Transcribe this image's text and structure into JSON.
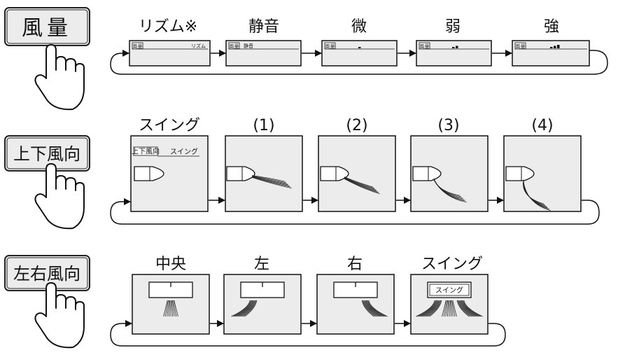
{
  "fan_speed": {
    "button_label": "風量",
    "display_label": "風量",
    "modes": [
      {
        "label": "リズム※",
        "lcd_text": "リズム",
        "bars": 0
      },
      {
        "label": "静音",
        "lcd_text": "静音",
        "bars": 0
      },
      {
        "label": "微",
        "lcd_text": "",
        "bars": 1
      },
      {
        "label": "弱",
        "lcd_text": "",
        "bars": 2
      },
      {
        "label": "強",
        "lcd_text": "",
        "bars": 3
      }
    ]
  },
  "vertical_louver": {
    "button_label": "上下風向",
    "display_label": "上下風向",
    "display_swing_text": "スイング",
    "modes": [
      {
        "label": "スイング"
      },
      {
        "label": "(1)"
      },
      {
        "label": "(2)"
      },
      {
        "label": "(3)"
      },
      {
        "label": "(4)"
      }
    ]
  },
  "horizontal_louver": {
    "button_label": "左右風向",
    "display_swing_text": "スイング",
    "modes": [
      {
        "label": "中央"
      },
      {
        "label": "左"
      },
      {
        "label": "右"
      },
      {
        "label": "スイング"
      }
    ]
  }
}
